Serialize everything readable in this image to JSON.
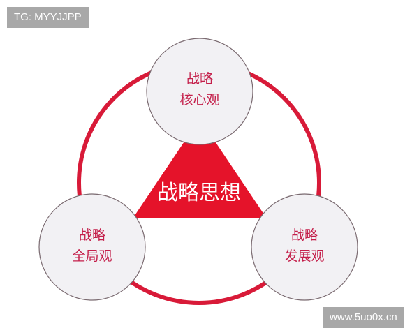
{
  "watermarks": {
    "top_left": "TG: MYYJJPP",
    "bottom_right": "www.5uo0x.cn"
  },
  "diagram": {
    "center": {
      "label": "战略思想",
      "shape": "triangle",
      "fill": "#e5132a",
      "text_color": "#ffffff"
    },
    "ring": {
      "color": "#d81a38",
      "stroke_width": 6
    },
    "nodes": [
      {
        "id": "top",
        "line1": "战略",
        "line2": "核心观"
      },
      {
        "id": "left",
        "line1": "战略",
        "line2": "全局观"
      },
      {
        "id": "right",
        "line1": "战略",
        "line2": "发展观"
      }
    ],
    "node_fill": "#f2f1f4",
    "node_stroke": "#7a6a70",
    "node_text_color": "#c41f4a"
  }
}
